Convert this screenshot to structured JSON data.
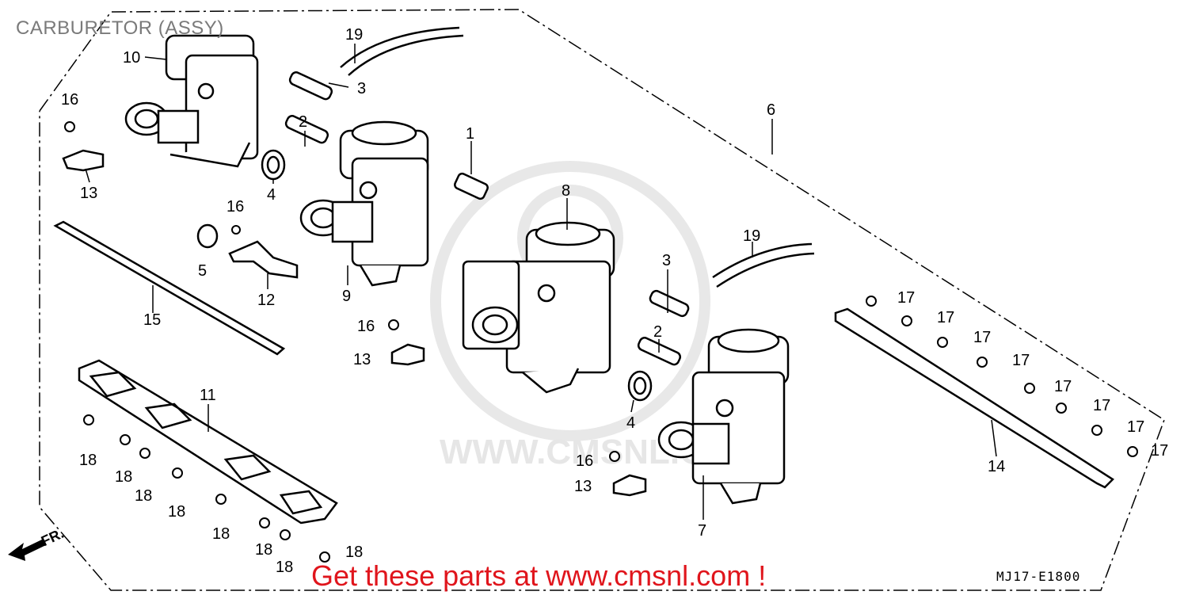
{
  "title": "CARBURETOR (ASSY)",
  "promo": "Get these parts at www.cmsnl.com !",
  "watermark": "WWW.CMSNL.COM",
  "diagram_code": "MJ17-E1800",
  "front_marker": "FR.",
  "colors": {
    "promo": "#e0151c",
    "title": "#7a7a7a",
    "ink": "#000000",
    "watermark": "#e6e6e6"
  },
  "callouts": {
    "c1": "1",
    "c2a": "2",
    "c2b": "2",
    "c3a": "3",
    "c3b": "3",
    "c4a": "4",
    "c4b": "4",
    "c5": "5",
    "c6": "6",
    "c7": "7",
    "c8": "8",
    "c9": "9",
    "c10": "10",
    "c11": "11",
    "c12": "12",
    "c13a": "13",
    "c13b": "13",
    "c13c": "13",
    "c14": "14",
    "c15": "15",
    "c16a": "16",
    "c16b": "16",
    "c16c": "16",
    "c16d": "16",
    "c17a": "17",
    "c17b": "17",
    "c17c": "17",
    "c17d": "17",
    "c17e": "17",
    "c17f": "17",
    "c17g": "17",
    "c17h": "17",
    "c18a": "18",
    "c18b": "18",
    "c18c": "18",
    "c18d": "18",
    "c18e": "18",
    "c18f": "18",
    "c18g": "18",
    "c18h": "18",
    "c19a": "19",
    "c19b": "19"
  }
}
